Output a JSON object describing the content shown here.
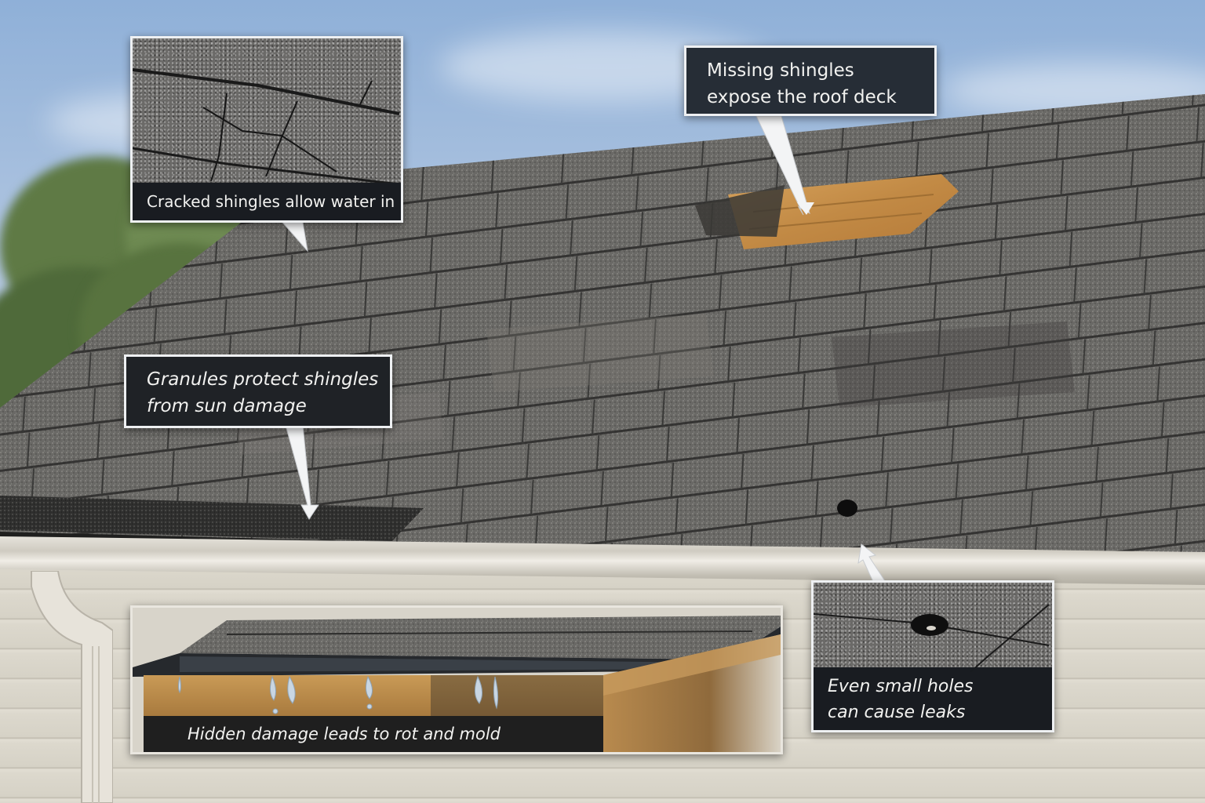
{
  "title": "Roof shingle damage illustration",
  "colors": {
    "callout_bg": "#1c2025",
    "callout_border": "#eef0f2",
    "callout_text": "#f2f2f0",
    "sky_top": "#8fb0d8",
    "shingle_gray": "#6b6a68",
    "roof_deck_wood": "#c9954f",
    "siding": "#dcd8cd"
  },
  "callouts": [
    {
      "id": "cracked",
      "label": "Cracked shingles allow water in",
      "style": "inset-photo-with-caption",
      "points_to": "cracked shingles on upper-left roof"
    },
    {
      "id": "missing",
      "label_lines": [
        "Missing shingles",
        "expose the roof deck"
      ],
      "style": "text-box",
      "points_to": "exposed wooden roof deck"
    },
    {
      "id": "granules",
      "label_lines": [
        "Granules protect shingles",
        "from sun damage"
      ],
      "style": "text-box",
      "points_to": "granule-covered shingle edge near gutter"
    },
    {
      "id": "holes",
      "label_lines": [
        "Even small holes",
        "can cause leaks"
      ],
      "style": "inset-photo-with-caption",
      "points_to": "small hole in shingle near gutter"
    },
    {
      "id": "hidden",
      "label": "Hidden damage leads to rot and mold",
      "style": "cutaway-inset-with-caption",
      "points_to": "water dripping into rotting roof deck"
    }
  ],
  "scene": {
    "elements": [
      "sky",
      "trees",
      "asphalt-shingle-roof",
      "exposed-roof-deck",
      "hole-in-shingle",
      "gutter",
      "downspout",
      "vinyl-siding"
    ]
  }
}
